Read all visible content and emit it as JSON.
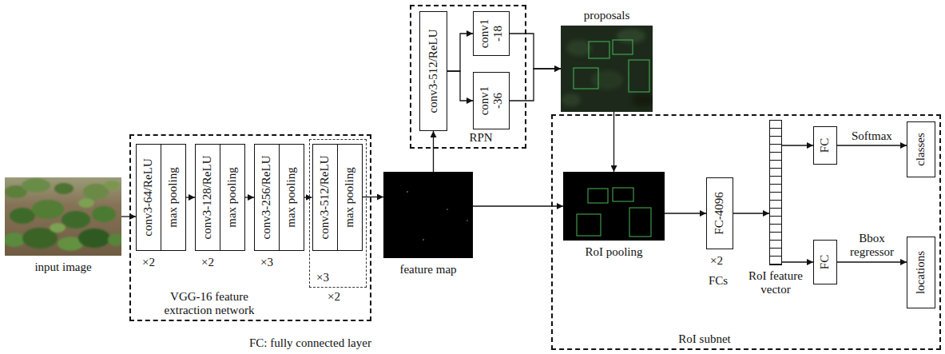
{
  "diagram": {
    "nodes": [
      {
        "text": [
          "input image"
        ]
      },
      {
        "text": [
          "VGG-16 feature extraction network"
        ]
      },
      {
        "text": [
          "conv3-64/ReLU"
        ],
        "in": 1
      },
      {
        "text": [
          "max pooling"
        ],
        "in": 1
      },
      {
        "text": [
          "conv3-128/ReLU"
        ],
        "in": 1
      },
      {
        "text": [
          "max pooling"
        ],
        "in": 1
      },
      {
        "text": [
          "conv3-256/ReLU"
        ],
        "in": 1
      },
      {
        "text": [
          "max pooling"
        ],
        "in": 1
      },
      {
        "text": [
          "×3"
        ],
        "in": 1
      },
      {
        "text": [
          "conv3-512/ReLU"
        ],
        "in": 8
      },
      {
        "text": [
          "max pooling"
        ],
        "in": 8
      },
      {
        "text": [
          "feature map"
        ]
      },
      {
        "text": [
          "RPN"
        ]
      },
      {
        "text": [
          "conv3-512/ReLU"
        ],
        "in": 12
      },
      {
        "text": [
          "conv1 -18"
        ],
        "in": 12
      },
      {
        "text": [
          "conv1 -36"
        ],
        "in": 12
      },
      {
        "text": [
          "proposals"
        ]
      },
      {
        "text": [
          "RoI subnet"
        ]
      },
      {
        "text": [
          "RoI pooling"
        ],
        "in": 17
      },
      {
        "text": [
          "FC-4096"
        ],
        "in": 17
      },
      {
        "text": [
          "RoI feature vector"
        ],
        "in": 17
      },
      {
        "text": [
          "FC"
        ],
        "in": 17
      },
      {
        "text": [
          "classes"
        ],
        "in": 17
      },
      {
        "text": [
          "FC"
        ],
        "in": 17
      },
      {
        "text": [
          "locations"
        ],
        "in": 17
      }
    ],
    "edges": [
      {
        "from": 0,
        "to": 2,
        "arrow": "to"
      },
      {
        "from": 3,
        "to": 4,
        "arrow": "to"
      },
      {
        "from": 5,
        "to": 6,
        "arrow": "to"
      },
      {
        "from": 7,
        "to": 9,
        "arrow": "to"
      },
      {
        "from": 10,
        "to": 11,
        "arrow": "to"
      },
      {
        "from": 11,
        "to": 13,
        "arrow": "to"
      },
      {
        "from": 13,
        "to": 14,
        "arrow": "to"
      },
      {
        "from": 13,
        "to": 15,
        "arrow": "to"
      },
      {
        "from": 14,
        "to": 16,
        "arrow": "to"
      },
      {
        "from": 15,
        "to": 16,
        "arrow": "to"
      },
      {
        "from": 11,
        "to": 18,
        "arrow": "to"
      },
      {
        "from": 16,
        "to": 18,
        "arrow": "to"
      },
      {
        "from": 18,
        "to": 19,
        "arrow": "to"
      },
      {
        "from": 19,
        "to": 20,
        "arrow": "to"
      },
      {
        "from": 20,
        "to": 21,
        "arrow": "to"
      },
      {
        "from": 20,
        "to": 23,
        "arrow": "to"
      },
      {
        "from": 21,
        "to": 22,
        "label": "Softmax",
        "arrow": "to"
      },
      {
        "from": 23,
        "to": 24,
        "label": "Bbox regressor",
        "arrow": "to"
      }
    ],
    "labels": [
      "×2",
      "×2",
      "×3",
      "×2",
      "×2",
      "FCs",
      "FC: fully connected layer"
    ]
  }
}
